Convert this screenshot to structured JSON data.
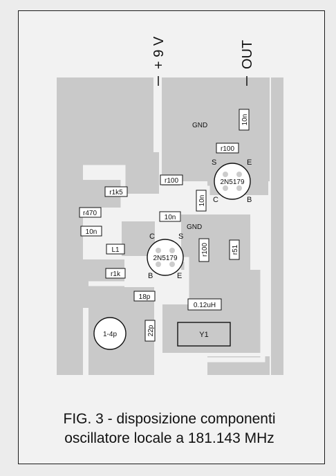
{
  "rails": {
    "supply": "+ 9 V",
    "output": "OUT"
  },
  "gnd_labels": [
    "GND",
    "GND"
  ],
  "transistors": [
    {
      "part": "2N5179",
      "pin_left": "S",
      "pin_right": "E",
      "pin_bottom_left": "C",
      "pin_bottom_right": "B"
    },
    {
      "part": "2N5179",
      "pin_left": "C",
      "pin_right": "S",
      "pin_bottom_left": "B",
      "pin_bottom_right": "E"
    }
  ],
  "components": {
    "c_out": "10n",
    "r_top": "r100",
    "r_mid": "r100",
    "c_vert": "10n",
    "r_base": "r1k5",
    "r_470": "r470",
    "c_left": "10n",
    "c_mid": "10n",
    "r_vert": "r100",
    "r_51": "r51",
    "l1": "L1",
    "r_1k": "r1k",
    "c_18p": "18p",
    "inductor": "0.12uH",
    "trimmer": "1-4p",
    "c_22p": "22p",
    "crystal": "Y1"
  },
  "caption": {
    "line1": "FIG. 3 - disposizione componenti",
    "line2": "oscillatore locale a 181.143 MHz"
  },
  "colors": {
    "copper": "#c9c9c9",
    "board": "#f2f2f2",
    "ink": "#111111"
  }
}
